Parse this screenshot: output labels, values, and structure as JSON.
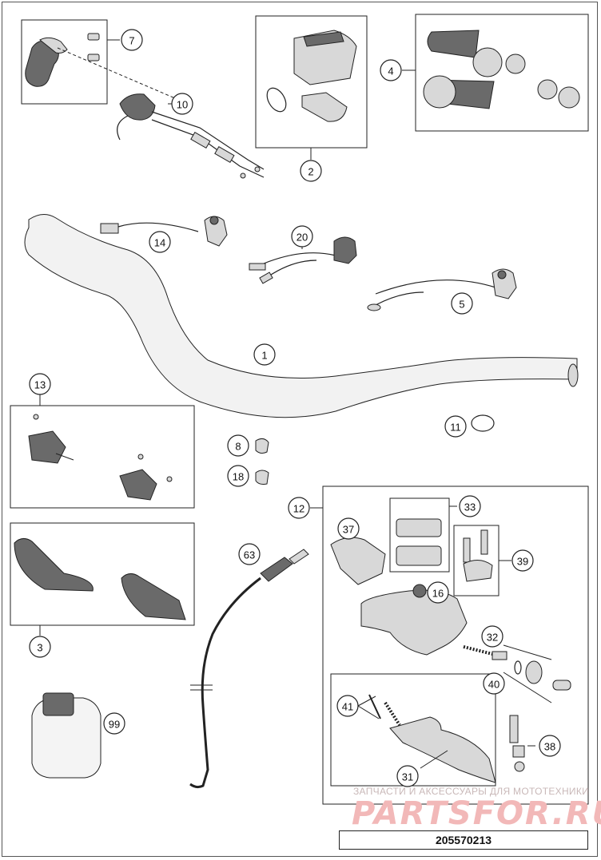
{
  "diagram": {
    "document_number": "205570213",
    "watermark_caption": "ЗАПЧАСТИ И АКСЕССУАРЫ ДЛЯ МОТОТЕХНИКИ",
    "watermark_brand": "PARTSFOR.RU",
    "callouts": [
      {
        "id": "c7",
        "label": "7"
      },
      {
        "id": "c10",
        "label": "10"
      },
      {
        "id": "c2",
        "label": "2"
      },
      {
        "id": "c4",
        "label": "4"
      },
      {
        "id": "c14",
        "label": "14"
      },
      {
        "id": "c20",
        "label": "20"
      },
      {
        "id": "c5",
        "label": "5"
      },
      {
        "id": "c1",
        "label": "1"
      },
      {
        "id": "c13",
        "label": "13"
      },
      {
        "id": "c8",
        "label": "8"
      },
      {
        "id": "c18",
        "label": "18"
      },
      {
        "id": "c11",
        "label": "11"
      },
      {
        "id": "c12",
        "label": "12"
      },
      {
        "id": "c33",
        "label": "33"
      },
      {
        "id": "c37",
        "label": "37"
      },
      {
        "id": "c39",
        "label": "39"
      },
      {
        "id": "c63",
        "label": "63"
      },
      {
        "id": "c16",
        "label": "16"
      },
      {
        "id": "c32",
        "label": "32"
      },
      {
        "id": "c3",
        "label": "3"
      },
      {
        "id": "c40",
        "label": "40"
      },
      {
        "id": "c41",
        "label": "41"
      },
      {
        "id": "c99",
        "label": "99"
      },
      {
        "id": "c38",
        "label": "38"
      },
      {
        "id": "c31",
        "label": "31"
      }
    ]
  }
}
